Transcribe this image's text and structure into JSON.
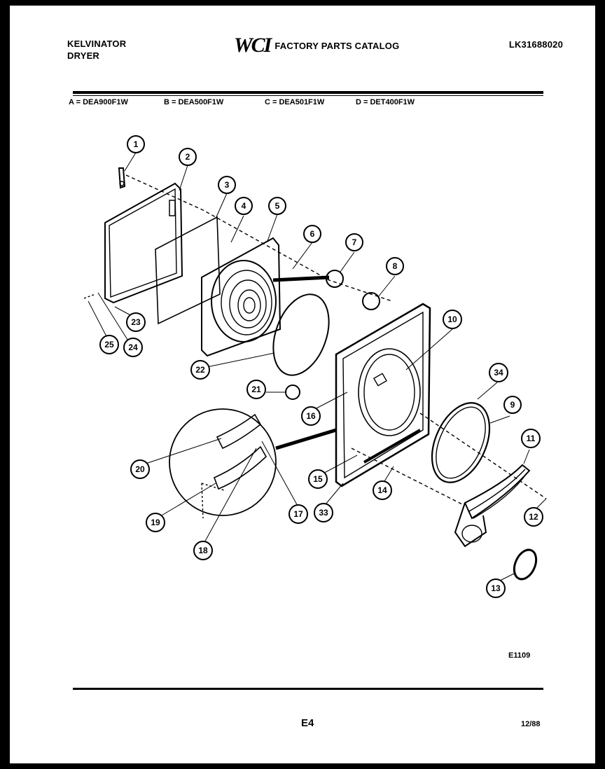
{
  "header": {
    "brand_line1": "KELVINATOR",
    "brand_line2": "DRYER",
    "logo_text": "WCI",
    "catalog_title": "FACTORY PARTS CATALOG",
    "catalog_number": "LK31688020"
  },
  "models": [
    {
      "label": "A = DEA900F1W"
    },
    {
      "label": "B = DEA500F1W"
    },
    {
      "label": "C = DEA501F1W"
    },
    {
      "label": "D = DET400F1W"
    }
  ],
  "callouts": [
    "1",
    "2",
    "3",
    "4",
    "5",
    "6",
    "7",
    "8",
    "10",
    "34",
    "9",
    "11",
    "12",
    "13",
    "14",
    "15",
    "16",
    "33",
    "17",
    "18",
    "19",
    "20",
    "21",
    "22",
    "23",
    "24",
    "25"
  ],
  "footer": {
    "illustration_code": "E1109",
    "page_number": "E4",
    "date": "12/88"
  }
}
